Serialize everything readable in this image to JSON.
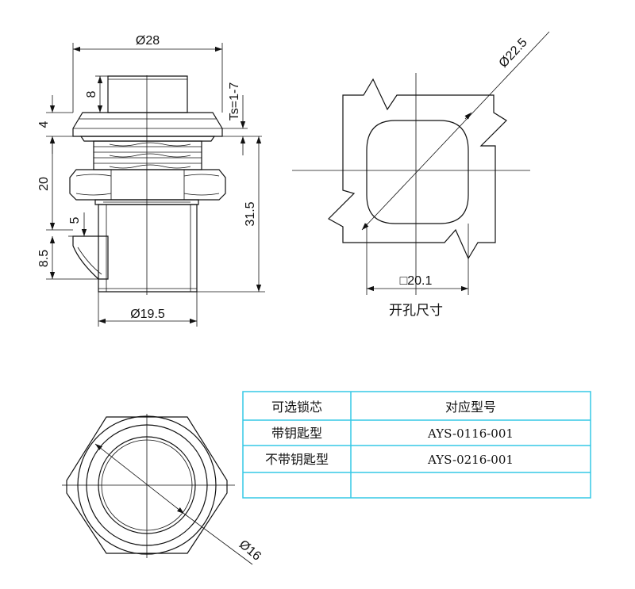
{
  "side_view": {
    "dim_outer_dia": "Ø28",
    "dim_top": "8",
    "dim_flange": "4",
    "dim_thread": "20",
    "dim_cam": "5",
    "dim_cam_low": "8.5",
    "dim_ts": "Ts=1-7",
    "dim_total": "31.5",
    "dim_body_dia": "Ø19.5"
  },
  "cutout_view": {
    "dim_circle": "Ø22.5",
    "dim_square": "□20.1",
    "caption": "开孔尺寸"
  },
  "front_view": {
    "dim_inner": "Ø16"
  },
  "table": {
    "headers": [
      "可选锁芯",
      "对应型号"
    ],
    "rows": [
      [
        "带钥匙型",
        "AYS-0116-001"
      ],
      [
        "不带钥匙型",
        "AYS-0216-001"
      ],
      [
        "",
        ""
      ]
    ]
  }
}
